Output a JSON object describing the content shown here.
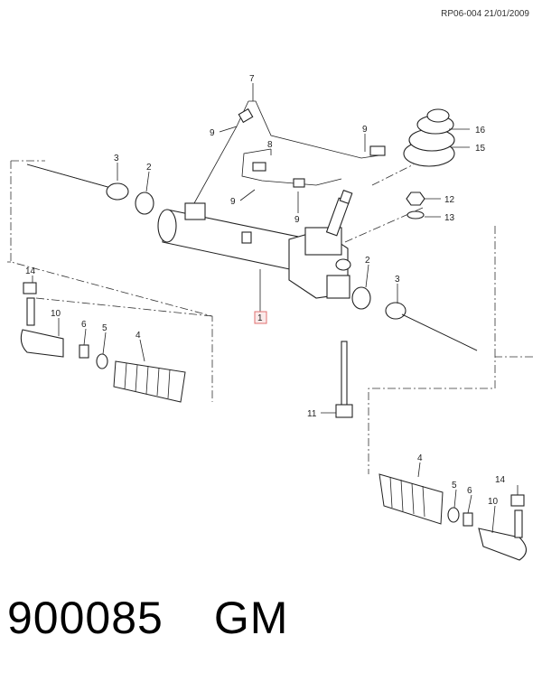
{
  "header": {
    "reference": "RP06-004 21/01/2009"
  },
  "callouts": {
    "c1": "1",
    "c2a": "2",
    "c2b": "2",
    "c3a": "3",
    "c3b": "3",
    "c4a": "4",
    "c4b": "4",
    "c5a": "5",
    "c5b": "5",
    "c6a": "6",
    "c6b": "6",
    "c7": "7",
    "c8": "8",
    "c9a": "9",
    "c9b": "9",
    "c9c": "9",
    "c9d": "9",
    "c10a": "10",
    "c10b": "10",
    "c11": "11",
    "c12": "12",
    "c13": "13",
    "c14a": "14",
    "c14b": "14",
    "c15": "15",
    "c16": "16"
  },
  "footer": {
    "part_number": "900085",
    "brand": "GM"
  },
  "colors": {
    "highlight_box": "#e07070",
    "line": "#222222"
  }
}
